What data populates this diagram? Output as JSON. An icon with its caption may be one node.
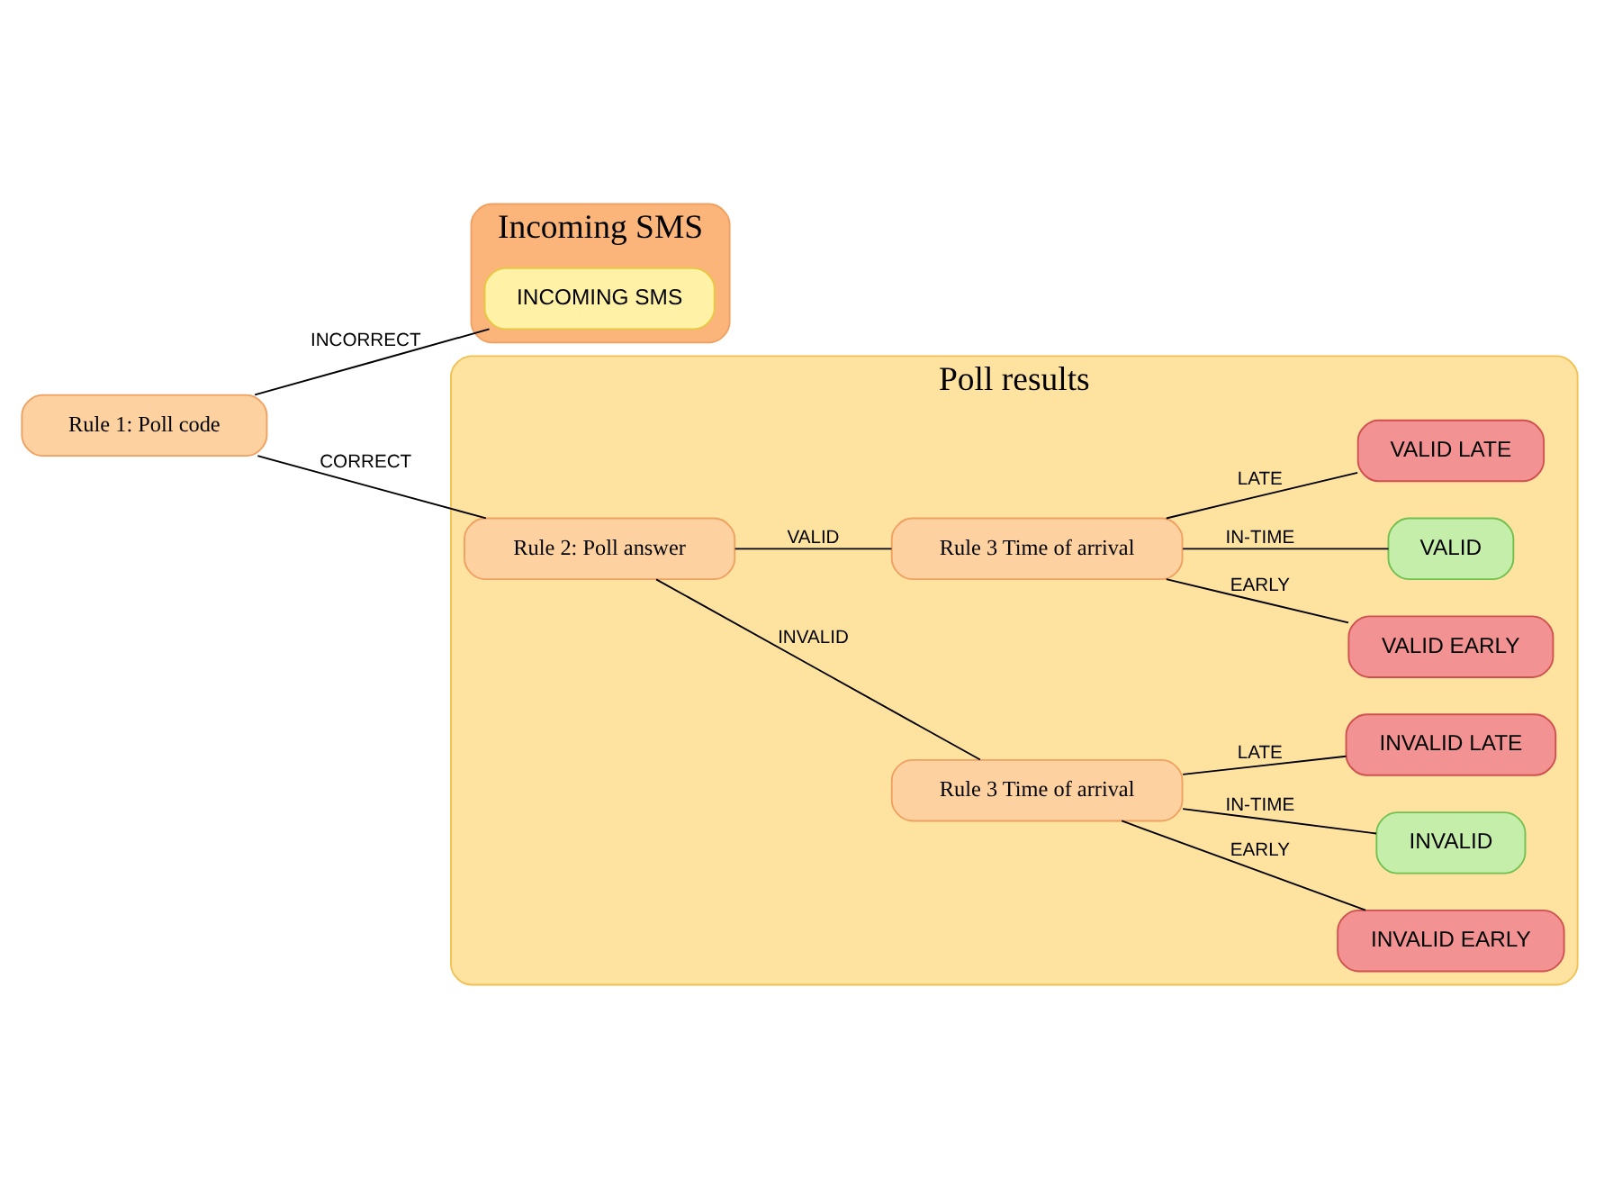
{
  "diagram": {
    "nodes": [
      {
        "text": [
          "Incoming SMS"
        ]
      },
      {
        "text": [
          "INCOMING SMS"
        ],
        "in": 0
      },
      {
        "text": [
          "Rule 1: Poll code"
        ]
      },
      {
        "text": [
          "Poll results"
        ]
      },
      {
        "text": [
          "Rule 2: Poll answer"
        ],
        "in": 3
      },
      {
        "text": [
          "Rule 3 Time of arrival"
        ],
        "in": 3
      },
      {
        "text": [
          "INVALID EARLY"
        ],
        "in": 3
      },
      {
        "text": [
          "INVALID"
        ],
        "in": 3
      },
      {
        "text": [
          "INVALID LATE"
        ],
        "in": 3
      },
      {
        "text": [
          "Rule 3 Time of arrival"
        ],
        "in": 3
      },
      {
        "text": [
          "VALID EARLY"
        ],
        "in": 3
      },
      {
        "text": [
          "VALID"
        ],
        "in": 3
      },
      {
        "text": [
          "VALID LATE"
        ],
        "in": 3
      }
    ],
    "edges": [
      {
        "from": 2,
        "to": 1,
        "arrow": "none",
        "label": "INCORRECT"
      },
      {
        "from": 2,
        "to": 4,
        "arrow": "none",
        "label": "CORRECT"
      },
      {
        "from": 4,
        "to": 5,
        "arrow": "none",
        "label": "INVALID"
      },
      {
        "from": 4,
        "to": 9,
        "arrow": "none",
        "label": "VALID"
      },
      {
        "from": 5,
        "to": 6,
        "arrow": "none",
        "label": "EARLY"
      },
      {
        "from": 5,
        "to": 7,
        "arrow": "none",
        "label": "IN-TIME"
      },
      {
        "from": 5,
        "to": 8,
        "arrow": "none",
        "label": "LATE"
      },
      {
        "from": 9,
        "to": 10,
        "arrow": "none",
        "label": "EARLY"
      },
      {
        "from": 9,
        "to": 11,
        "arrow": "none",
        "label": "IN-TIME"
      },
      {
        "from": 9,
        "to": 12,
        "arrow": "none",
        "label": "LATE"
      }
    ]
  }
}
